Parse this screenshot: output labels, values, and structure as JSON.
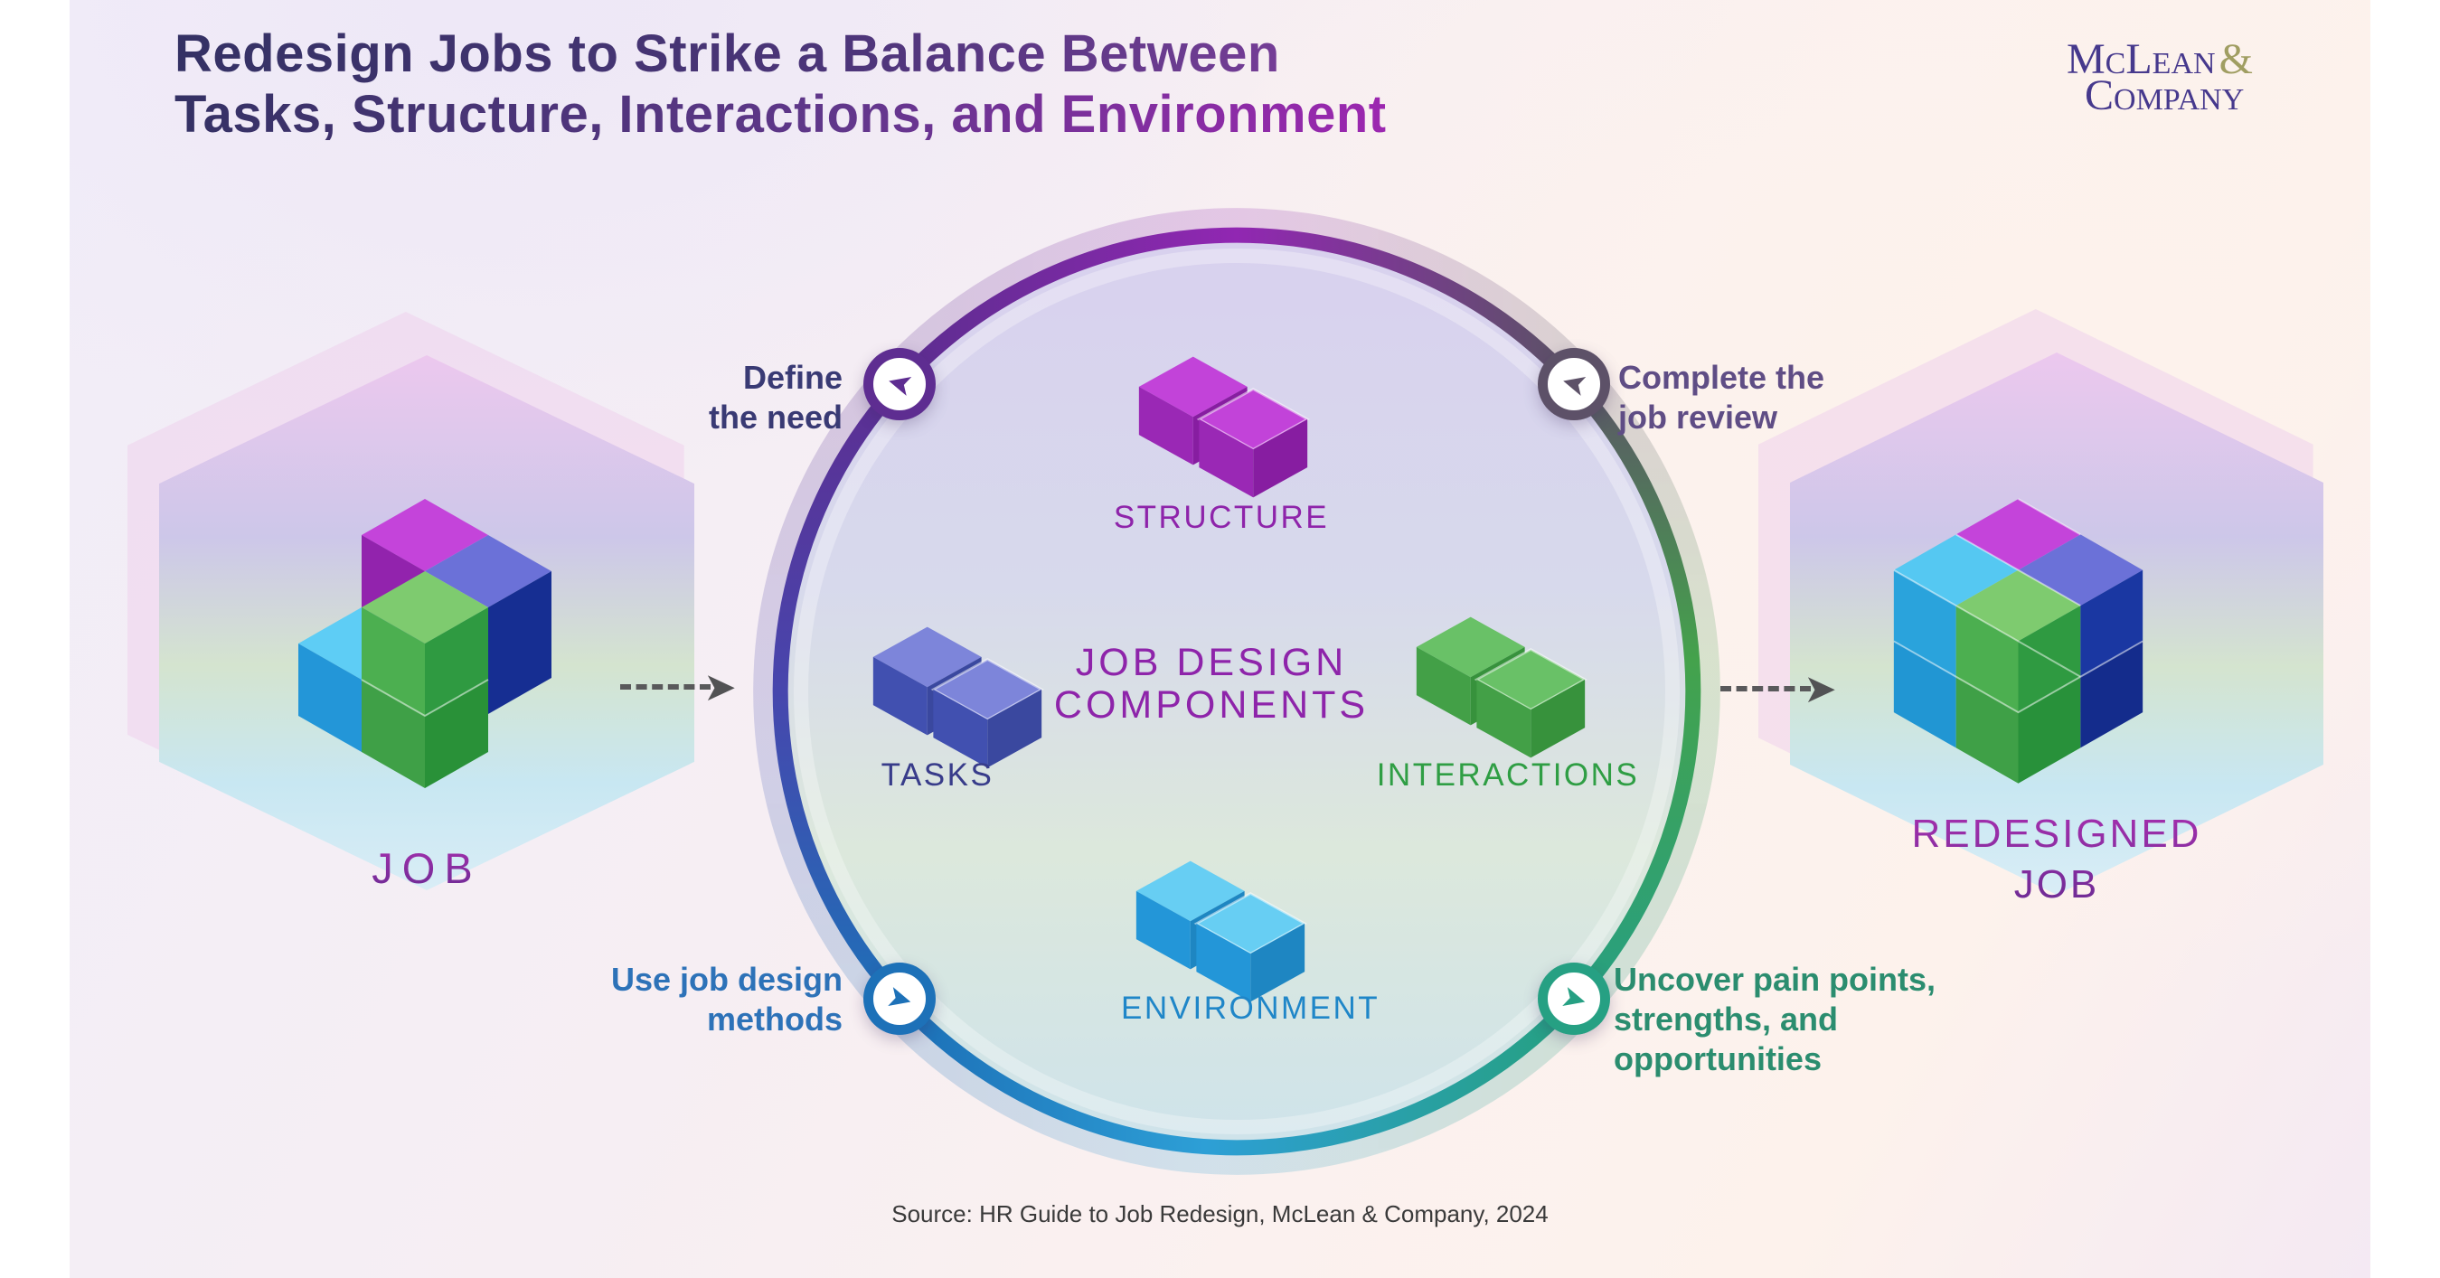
{
  "header": {
    "title_line1": "Redesign Jobs to Strike a Balance Between",
    "title_line2": "Tasks, Structure, Interactions, and Environment"
  },
  "logo": {
    "line1": "McLean",
    "ampersand": "&",
    "line2": "Company"
  },
  "before_state": {
    "label": "JOB"
  },
  "after_state": {
    "label_line1": "REDESIGNED",
    "label_line2": "JOB"
  },
  "circle": {
    "title_line1": "JOB DESIGN",
    "title_line2": "COMPONENTS",
    "components": {
      "structure": {
        "label": "STRUCTURE",
        "color": "#9c27b0"
      },
      "tasks": {
        "label": "TASKS",
        "color": "#383c8a"
      },
      "interactions": {
        "label": "INTERACTIONS",
        "color": "#2f9e44"
      },
      "environment": {
        "label": "ENVIRONMENT",
        "color": "#1f86c8"
      }
    }
  },
  "steps": {
    "top_left": {
      "line1": "Define",
      "line2": "the need",
      "color": "#5e2d91"
    },
    "top_right": {
      "line1": "Complete the",
      "line2": "job review",
      "color": "#5d5168"
    },
    "bottom_left": {
      "line1": "Use job design",
      "line2": "methods",
      "color": "#1d71b8"
    },
    "bottom_right": {
      "line1": "Uncover pain points,",
      "line2": "strengths, and",
      "line3": "opportunities",
      "color": "#26a083"
    }
  },
  "icons": {
    "step_cursor": "➤",
    "arrowhead": "➤"
  },
  "footer": {
    "source": "Source: HR Guide to Job Redesign, McLean & Company, 2024"
  },
  "palette": {
    "ring_top": "#8f27ad",
    "ring_right": "#43a047",
    "ring_bottom": "#2d9fd6",
    "ring_left": "#3f51b5",
    "cube_magenta": "#c444da",
    "cube_indigo": "#6b71d8",
    "cube_navy": "#16319b",
    "cube_green": "#43a047",
    "cube_cyan": "#29a3dc",
    "title_gradient_start": "#343164",
    "title_gradient_end": "#9c27b0"
  }
}
